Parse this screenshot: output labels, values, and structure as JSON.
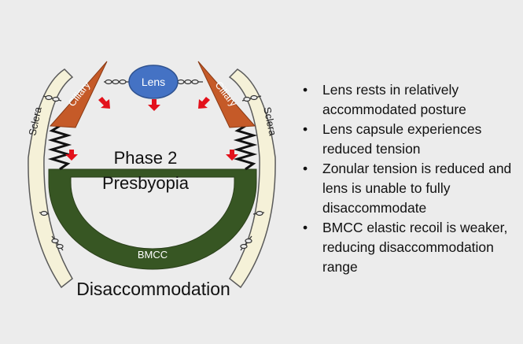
{
  "diagram": {
    "lens_label": "Lens",
    "ciliary_left_label": "Ciliary",
    "ciliary_right_label": "Ciliary",
    "sclera_left_label": "Sclera",
    "sclera_right_label": "Sclera",
    "bmcc_label": "BMCC",
    "phase_title": "Phase 2",
    "phase_subtitle": "Presbyopia",
    "caption": "Disaccommodation"
  },
  "bullets": [
    "Lens rests in relatively accommodated posture",
    "Lens capsule experiences reduced tension",
    "Zonular tension is reduced and lens is unable to fully disaccommodate",
    "BMCC elastic recoil is weaker, reducing disaccommodation range"
  ],
  "colors": {
    "background": "#ececec",
    "lens": "#4472c4",
    "ciliary": "#c55a28",
    "bmcc": "#375623",
    "sclera_fill": "#f5f1d8",
    "arrow": "#e3111b"
  }
}
